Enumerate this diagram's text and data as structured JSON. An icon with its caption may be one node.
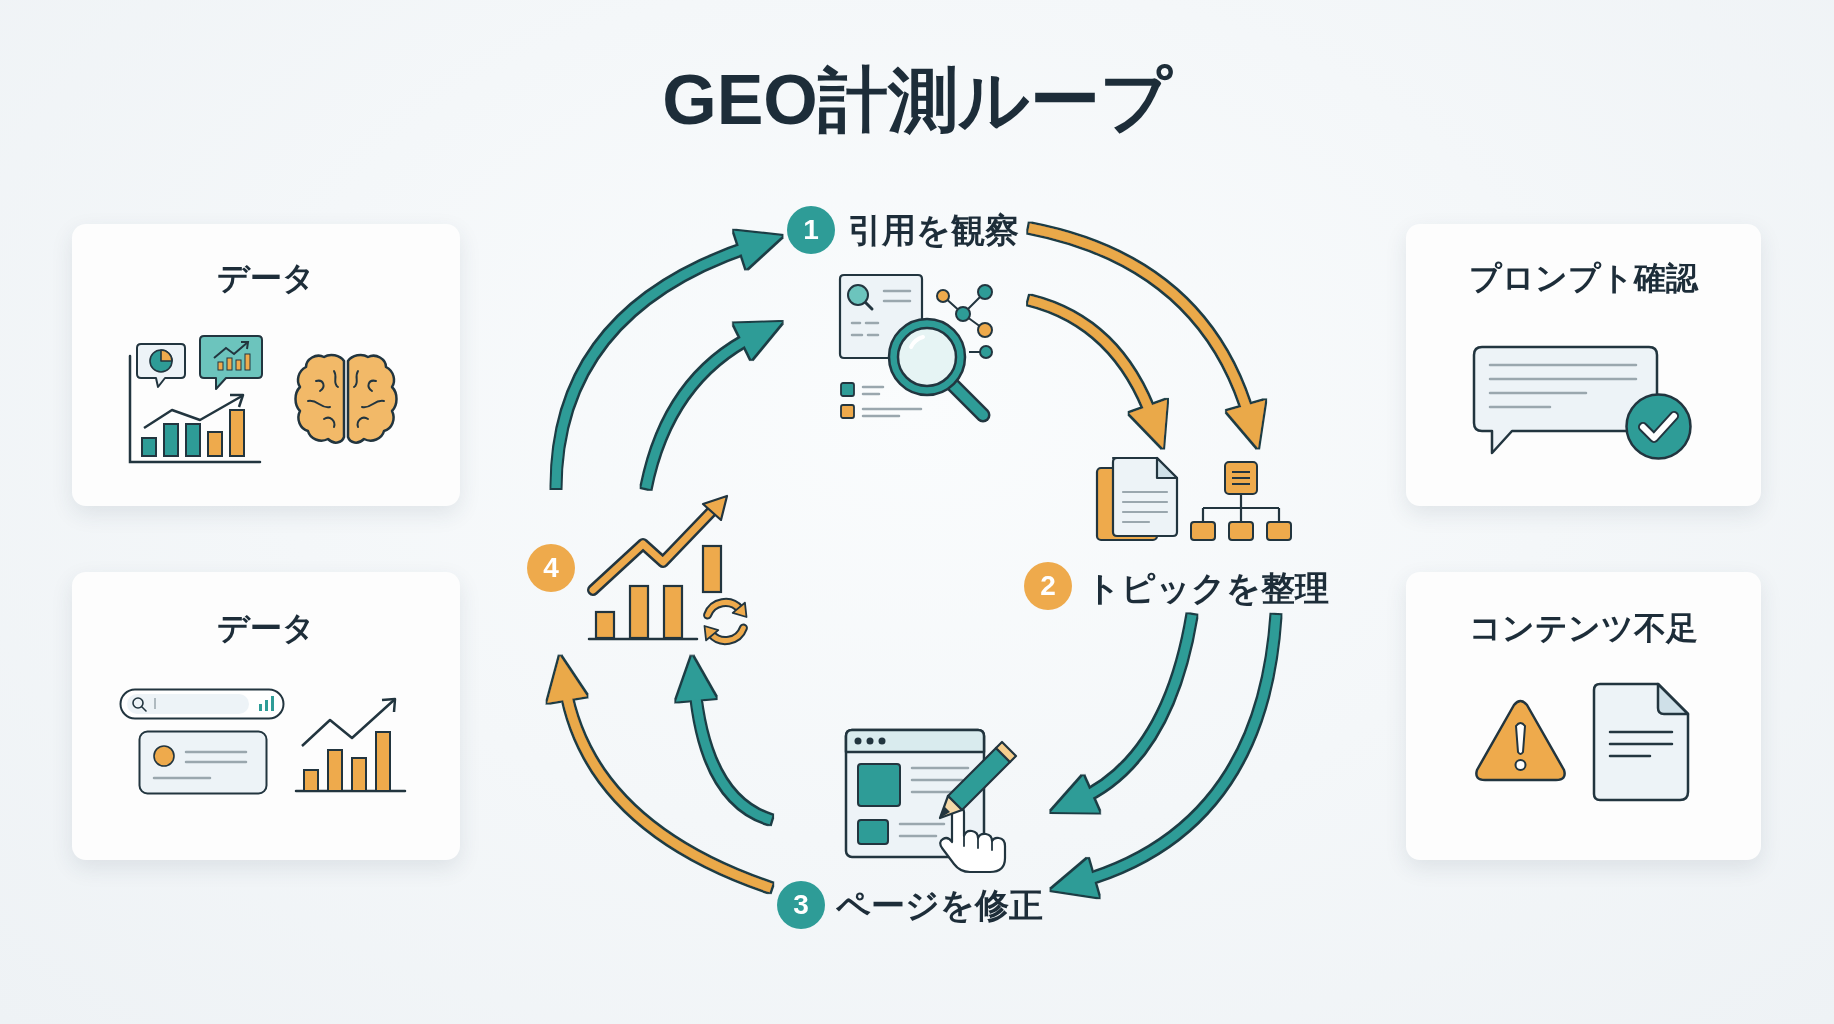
{
  "diagram": {
    "title": "GEO計測ループ",
    "nodes": [
      {
        "text": [
          "データ"
        ]
      },
      {
        "text": [
          "データ"
        ]
      },
      {
        "text": [
          "1",
          "引用を観察"
        ]
      },
      {
        "text": [
          "2",
          "トピックを整理"
        ]
      },
      {
        "text": [
          "3",
          "ページを修正"
        ]
      },
      {
        "text": [
          "4"
        ]
      },
      {
        "text": [
          "プロンプト確認"
        ]
      },
      {
        "text": [
          "コンテンツ不足"
        ]
      }
    ],
    "edges": [
      {
        "from": 2,
        "to": 3,
        "arrow": "to",
        "color": "#eaa94a"
      },
      {
        "from": 2,
        "to": 3,
        "arrow": "to",
        "color": "#eaa94a"
      },
      {
        "from": 3,
        "to": 4,
        "arrow": "to"
      },
      {
        "from": 3,
        "to": 4,
        "arrow": "to"
      },
      {
        "from": 4,
        "to": 5,
        "arrow": "to",
        "color": "#eaa94a"
      },
      {
        "from": 4,
        "to": 5,
        "arrow": "to"
      },
      {
        "from": 5,
        "to": 2,
        "arrow": "to"
      },
      {
        "from": 5,
        "to": 2,
        "arrow": "to"
      }
    ]
  }
}
